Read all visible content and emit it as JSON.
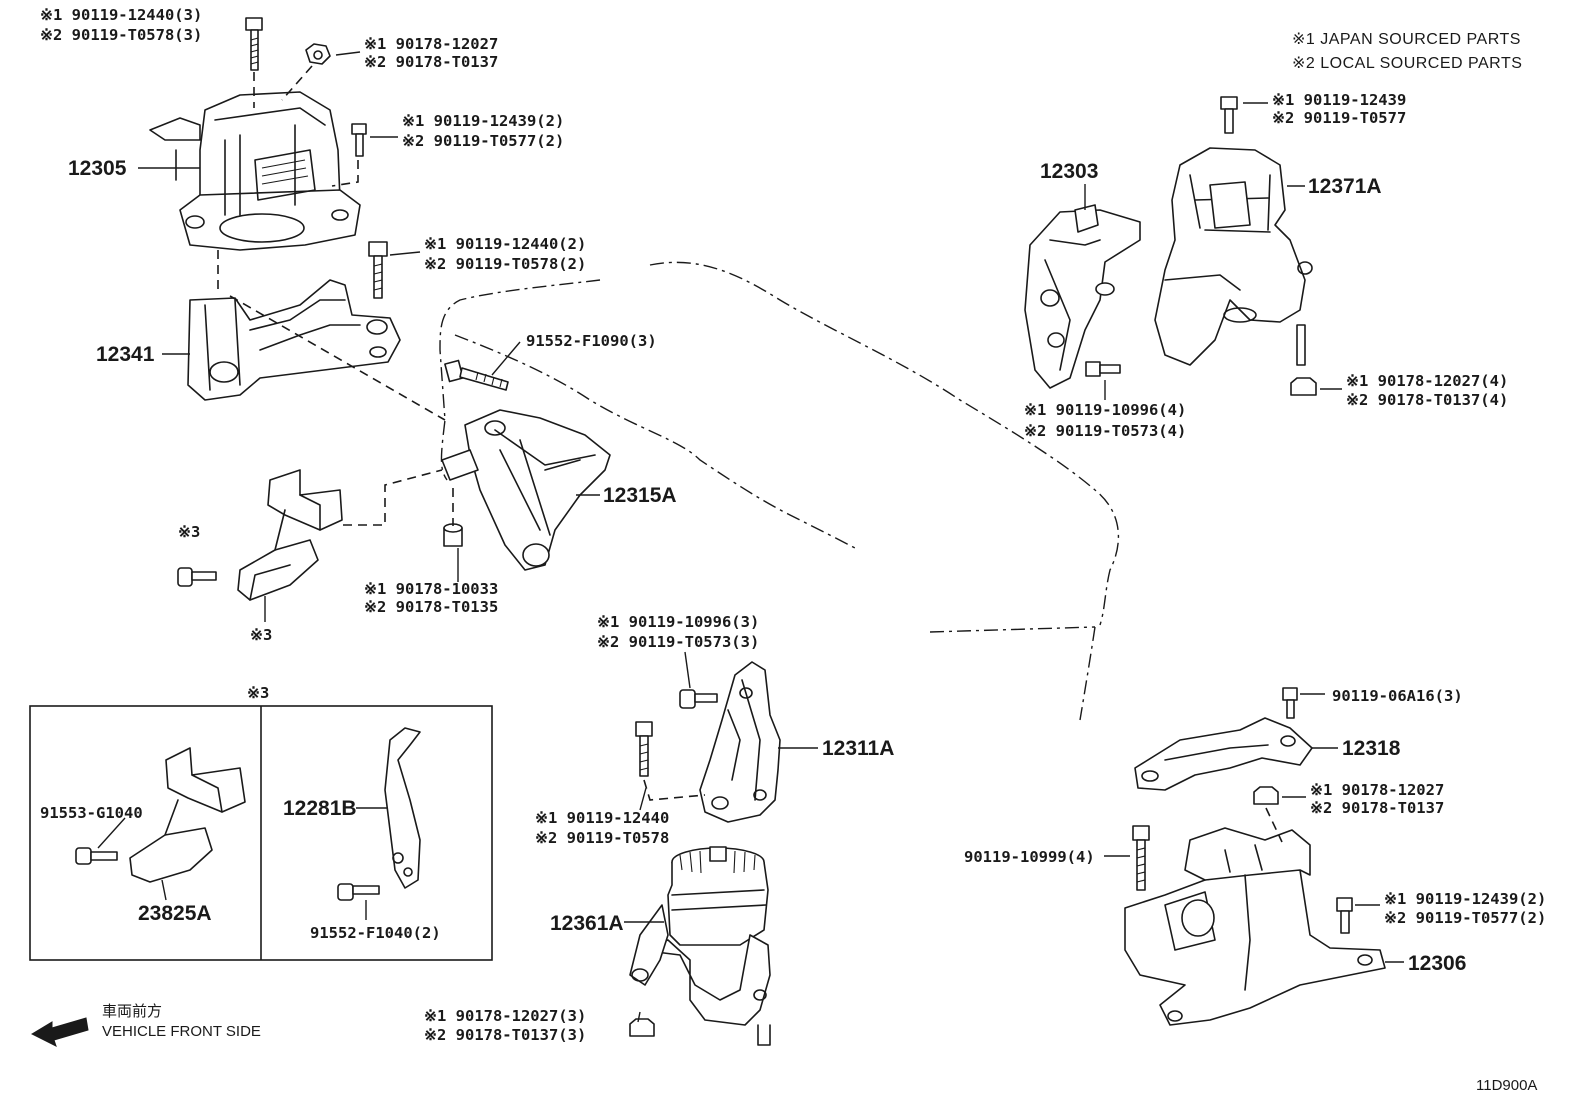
{
  "legend": {
    "japan": "※1 JAPAN SOURCED PARTS",
    "local": "※2 LOCAL SOURCED PARTS"
  },
  "parts": {
    "p12305": "12305",
    "p12341": "12341",
    "p12315A": "12315A",
    "p12303": "12303",
    "p12371A": "12371A",
    "p12311A": "12311A",
    "p12361A": "12361A",
    "p12318": "12318",
    "p12306": "12306",
    "p12281B": "12281B",
    "p23825A": "23825A"
  },
  "fasteners": {
    "f1a": "※1 90119-12440(3)",
    "f1b": "※2 90119-T0578(3)",
    "f2a": "※1 90178-12027",
    "f2b": "※2 90178-T0137",
    "f3a": "※1 90119-12439(2)",
    "f3b": "※2 90119-T0577(2)",
    "f4a": "※1 90119-12440(2)",
    "f4b": "※2 90119-T0578(2)",
    "f5": "91552-F1090(3)",
    "f6a": "※1 90178-10033",
    "f6b": "※2 90178-T0135",
    "f7a": "※1 90119-12439",
    "f7b": "※2 90119-T0577",
    "f8a": "※1 90119-10996(4)",
    "f8b": "※2 90119-T0573(4)",
    "f9a": "※1 90178-12027(4)",
    "f9b": "※2 90178-T0137(4)",
    "f10a": "※1 90119-10996(3)",
    "f10b": "※2 90119-T0573(3)",
    "f11a": "※1 90119-12440",
    "f11b": "※2 90119-T0578",
    "f12a": "※1 90178-12027(3)",
    "f12b": "※2 90178-T0137(3)",
    "f13": "90119-06A16(3)",
    "f14a": "※1 90178-12027",
    "f14b": "※2 90178-T0137",
    "f15": "90119-10999(4)",
    "f16a": "※1 90119-12439(2)",
    "f16b": "※2 90119-T0577(2)",
    "f17": "91553-G1040",
    "f18": "91552-F1040(2)"
  },
  "notes": {
    "n3_bolt": "※3",
    "n3_bracket": "※3",
    "n3_box": "※3"
  },
  "direction": {
    "jp": "車両前方",
    "en": "VEHICLE FRONT SIDE"
  },
  "figure_code": "11D900A"
}
